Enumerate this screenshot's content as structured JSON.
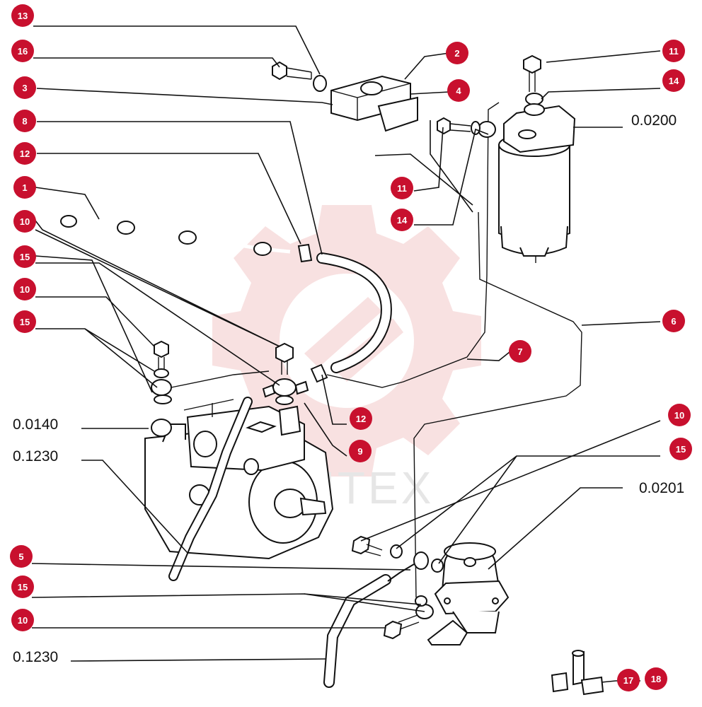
{
  "watermark": {
    "text": "AHTEX",
    "color": "#f3c9c9"
  },
  "callout_color": "#c8102e",
  "callouts": [
    "13",
    "16",
    "3",
    "8",
    "12",
    "1",
    "10",
    "15",
    "10",
    "15",
    "2",
    "4",
    "11",
    "14",
    "11",
    "14",
    "6",
    "7",
    "12",
    "9",
    "10",
    "15",
    "5",
    "15",
    "10",
    "17",
    "18"
  ],
  "references": [
    "0.0200",
    "0.0140",
    "0.1230",
    "0.0201",
    "0.1230"
  ]
}
